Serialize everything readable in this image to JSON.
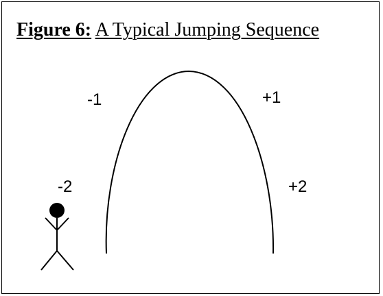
{
  "figure": {
    "label": "Figure  6:",
    "title": "A Typical Jumping Sequence"
  },
  "positions": {
    "minus_two": "-2",
    "minus_one": "-1",
    "plus_one": "+1",
    "plus_two": "+2"
  },
  "colors": {
    "ink": "#000000",
    "background": "#ffffff"
  }
}
